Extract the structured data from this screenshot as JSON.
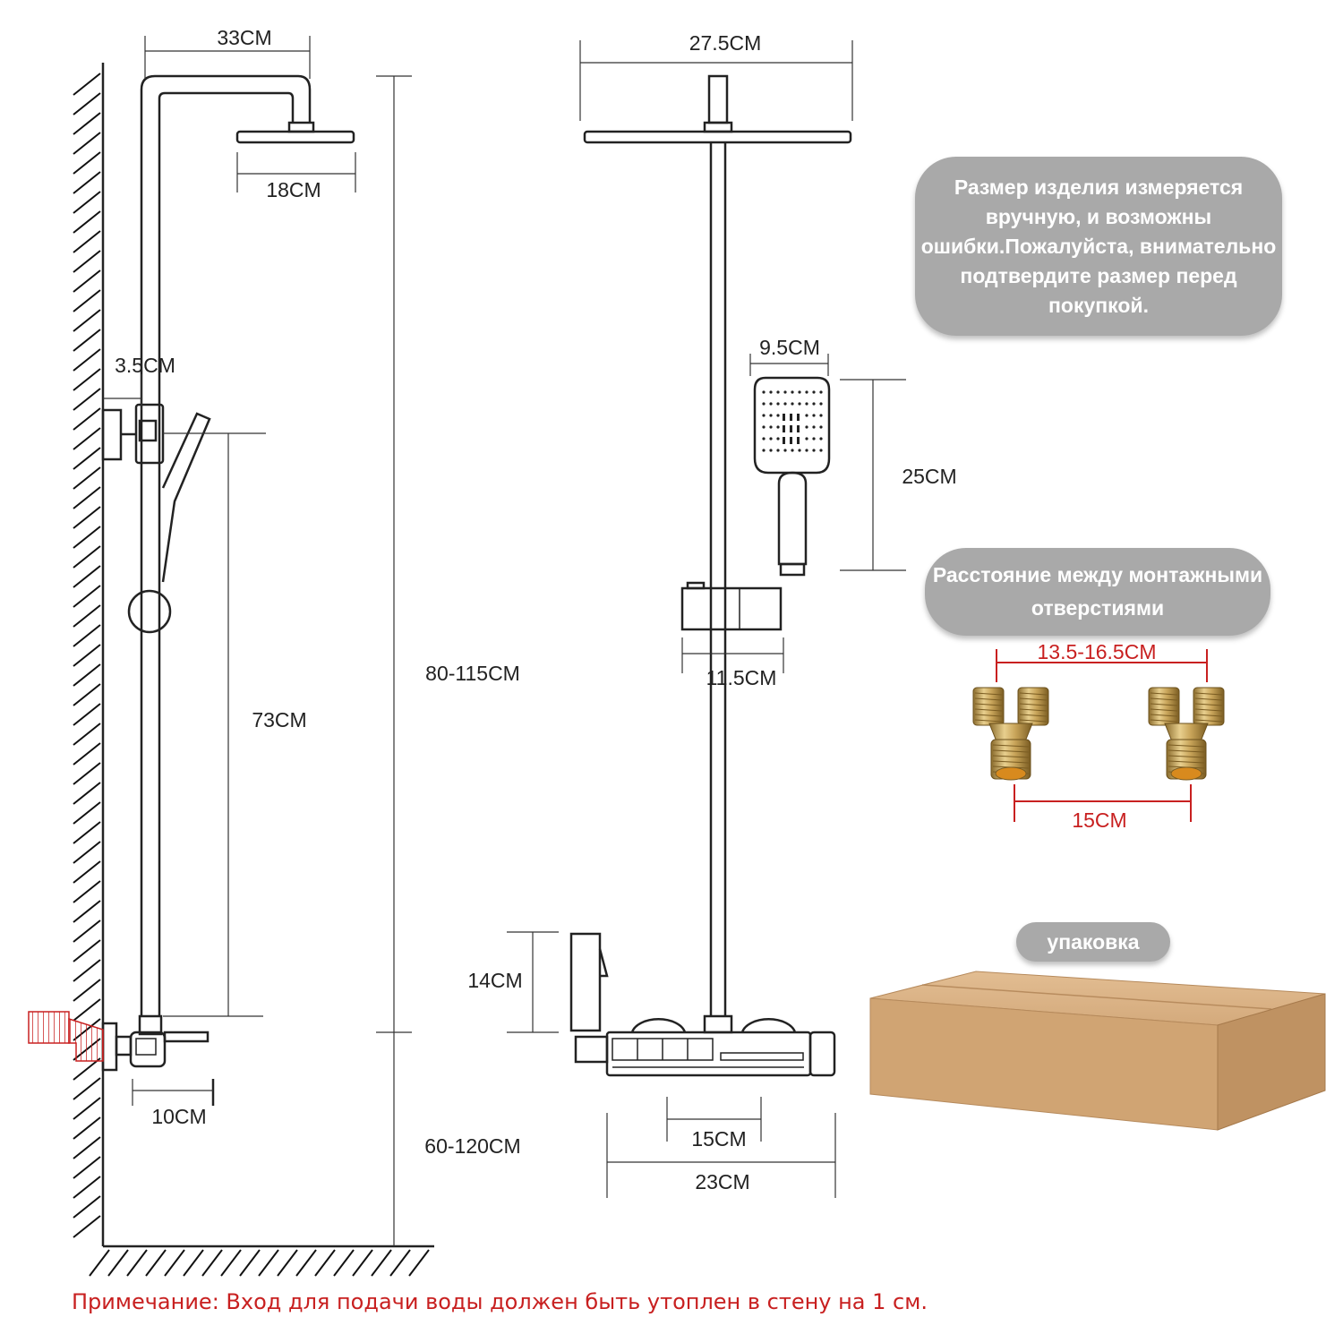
{
  "dimensions": {
    "rain_shower_arm": "33CM",
    "head_diameter_side": "18CM",
    "wall_offset": "3.5CM",
    "slide_bar": "73CM",
    "total_height": "80-115CM",
    "inlet_to_floor": "60-120CM",
    "spout_length": "10CM",
    "head_width": "27.5CM",
    "handheld_width": "9.5CM",
    "handheld_length": "25CM",
    "holder_width": "11.5CM",
    "bracket_height": "14CM",
    "mixer_inlet_center": "15CM",
    "mixer_width": "23CM",
    "fitting_adjust_range": "13.5-16.5CM",
    "fitting_distance": "15CM"
  },
  "notes": {
    "measure_warning": "Размер изделия измеряется вручную, и возможны ошибки.Пожалуйста, внимательно подтвердите размер перед покупкой.",
    "mounting_holes": "Расстояние между монтажными отверстиями",
    "packaging": "упаковка",
    "footnote": "Примечание: Вход для подачи воды должен быть утоплен в стену на 1 см."
  },
  "colors": {
    "line": "#222222",
    "accent_red": "#c82020",
    "note_bg": "#a9a9a9",
    "box_kraft": "#d2a679",
    "brass": "#c9a55a"
  },
  "icons": {
    "fitting_left": "brass-fitting-icon",
    "fitting_right": "brass-fitting-icon",
    "box": "cardboard-box-icon"
  }
}
